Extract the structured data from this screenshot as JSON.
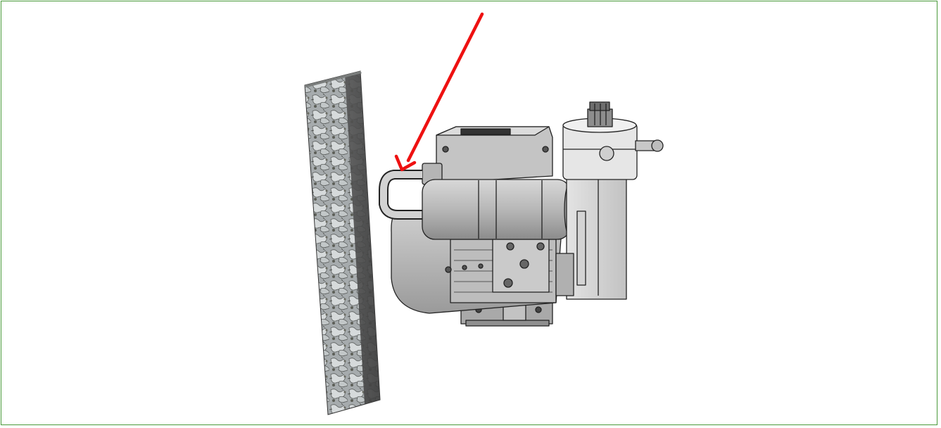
{
  "figure": {
    "border_color": "#4a9a3a",
    "arrow_color": "#ee1111",
    "objects": [
      {
        "name": "stone-wall-slab",
        "icon": "stone-slab-icon"
      },
      {
        "name": "electric-motor-pump",
        "icon": "motor-pump-icon"
      },
      {
        "name": "pointer-arrow",
        "icon": "red-arrow-icon"
      }
    ]
  }
}
